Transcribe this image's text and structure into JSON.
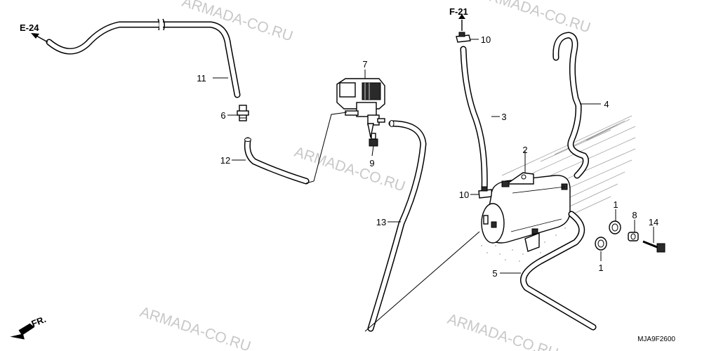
{
  "reference_labels": {
    "e24": "E-24",
    "f21": "F-21",
    "front": "FR."
  },
  "diagram_code": "MJA9F2600",
  "watermark": "ARMADA-CO.RU",
  "callouts": [
    {
      "id": "c11",
      "text": "11"
    },
    {
      "id": "c6",
      "text": "6"
    },
    {
      "id": "c12",
      "text": "12"
    },
    {
      "id": "c7",
      "text": "7"
    },
    {
      "id": "c9",
      "text": "9"
    },
    {
      "id": "c13",
      "text": "13"
    },
    {
      "id": "c10a",
      "text": "10"
    },
    {
      "id": "c3",
      "text": "3"
    },
    {
      "id": "c4",
      "text": "4"
    },
    {
      "id": "c2",
      "text": "2"
    },
    {
      "id": "c10b",
      "text": "10"
    },
    {
      "id": "c1a",
      "text": "1"
    },
    {
      "id": "c8",
      "text": "8"
    },
    {
      "id": "c14",
      "text": "14"
    },
    {
      "id": "c1b",
      "text": "1"
    },
    {
      "id": "c5",
      "text": "5"
    }
  ]
}
